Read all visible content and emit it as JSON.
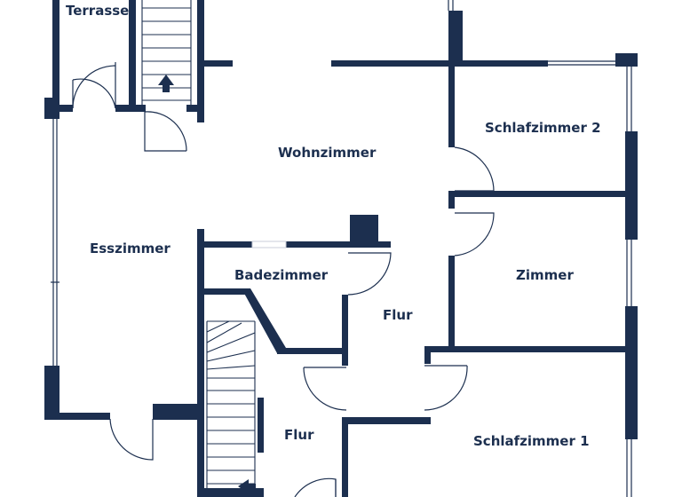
{
  "floorplan": {
    "wall_color": "#1c2f4f",
    "rooms": {
      "terrasse": "Terrasse",
      "wohnzimmer": "Wohnzimmer",
      "schlafzimmer_2": "Schlafzimmer 2",
      "esszimmer": "Esszimmer",
      "badezimmer": "Badezimmer",
      "zimmer": "Zimmer",
      "flur_upper": "Flur",
      "flur_lower": "Flur",
      "schlafzimmer_1": "Schlafzimmer 1"
    },
    "stair_arrow_icon": "arrow-up-icon"
  }
}
